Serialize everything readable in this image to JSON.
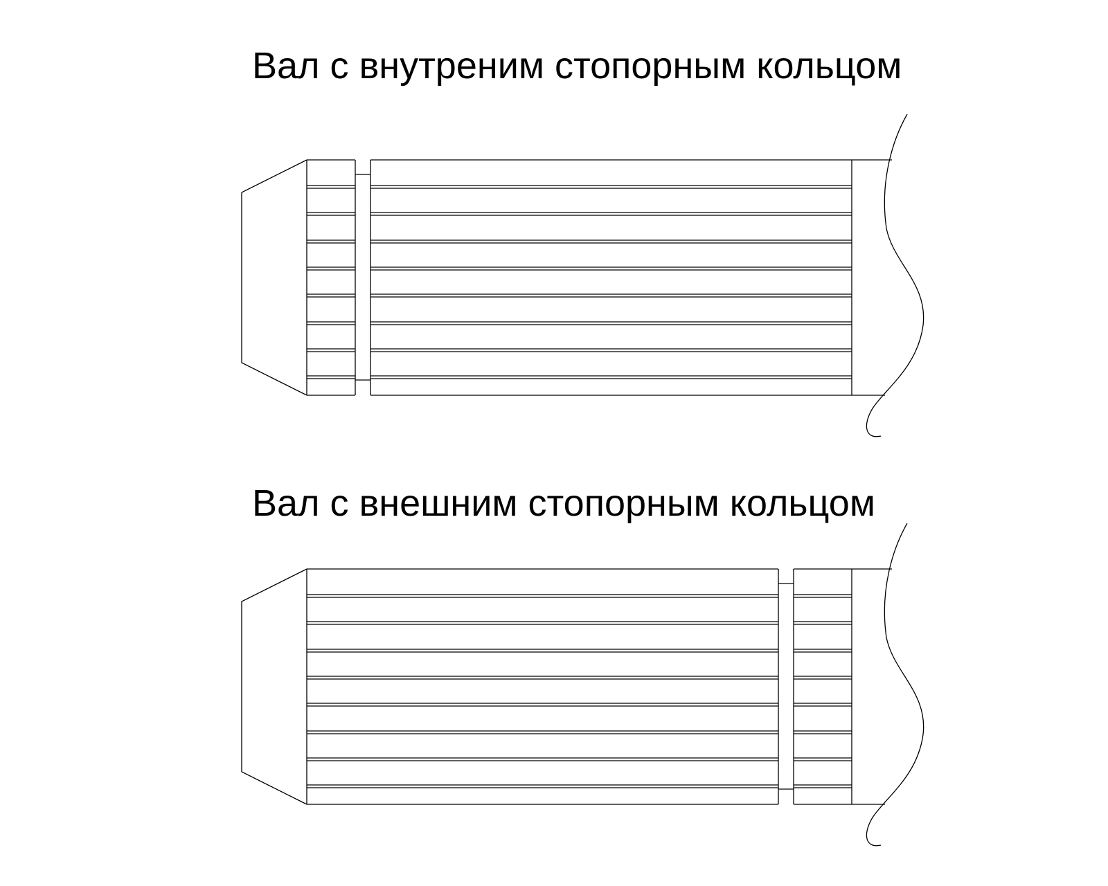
{
  "diagrams": [
    {
      "title": "Вал с внутреним стопорным кольцом",
      "ring_position": "inner"
    },
    {
      "title": "Вал с внешним стопорным кольцом",
      "ring_position": "outer"
    }
  ],
  "colors": {
    "line": "#000000",
    "background": "#ffffff"
  }
}
